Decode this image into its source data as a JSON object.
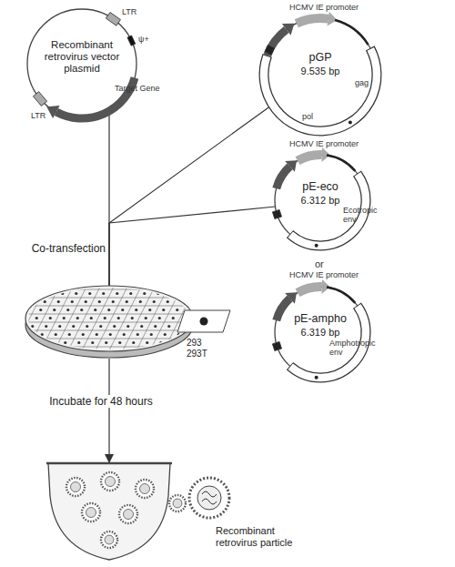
{
  "diagram": {
    "nodes": [
      {
        "text": [
          "Recombinant retrovirus vector plasmid"
        ]
      },
      {
        "text": [
          "pGP",
          "9.535 bp"
        ]
      },
      {
        "text": [
          "pE-eco",
          "6.312 bp"
        ]
      },
      {
        "text": [
          "pE-ampho",
          "6.319 bp"
        ]
      },
      {
        "text": [
          "293 293T"
        ]
      },
      {
        "text": [
          "Recombinant retrovirus particle"
        ]
      }
    ],
    "edges": [
      {
        "from": 0,
        "to": 4,
        "arrow": "none",
        "label": "Co-transfection"
      },
      {
        "from": 1,
        "to": 4,
        "arrow": "none"
      },
      {
        "from": 2,
        "to": 4,
        "arrow": "none"
      },
      {
        "from": 4,
        "to": 5,
        "arrow": "to",
        "label": "Incubate for 48 hours"
      }
    ],
    "labels": [
      "LTR",
      "ψ+",
      "Target Gene",
      "LTR",
      "HCMV IE promoter",
      "gag",
      "pol",
      "HCMV IE promoter",
      "Ecotropic env",
      "or",
      "HCMV IE promoter",
      "Amphotropic env"
    ]
  }
}
